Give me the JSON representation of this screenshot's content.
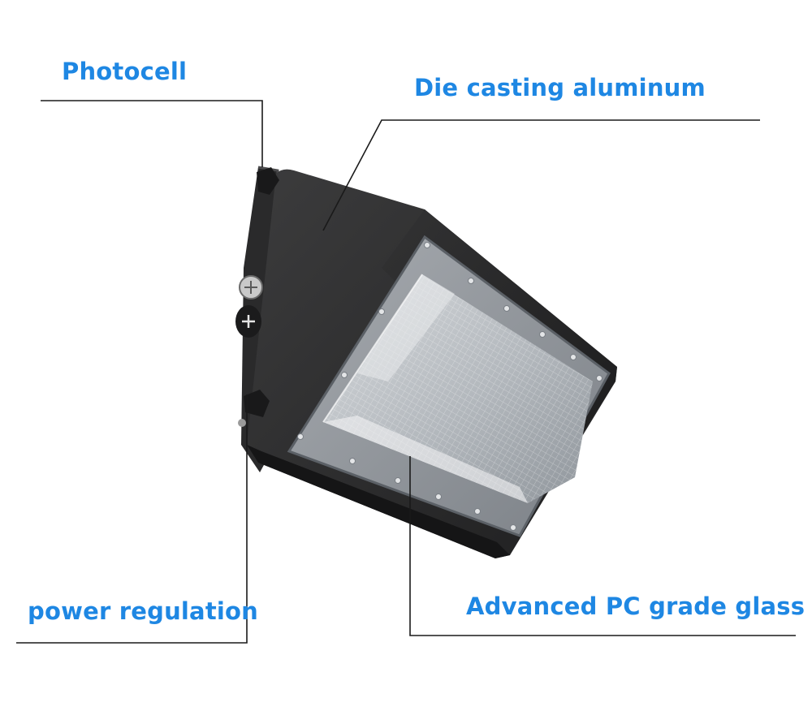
{
  "labels": {
    "photocell": "Photocell",
    "die_casting": "Die casting aluminum",
    "power_regulation": "power regulation",
    "pc_glass": "Advanced PC grade glass"
  },
  "colors": {
    "label_blue": "#1e87e3",
    "leader_line": "#1a1a1a",
    "housing_dark": "#2b2b2c",
    "glass_light": "#b9bdc1"
  }
}
